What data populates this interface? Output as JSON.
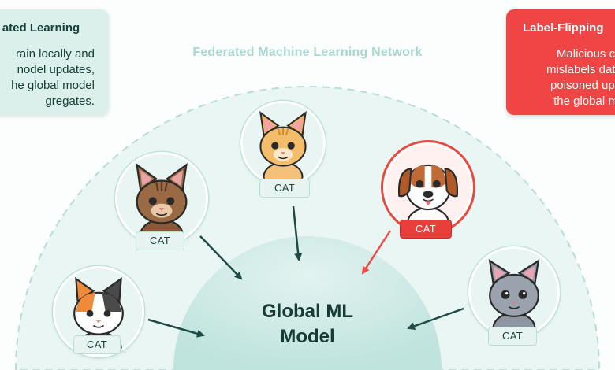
{
  "network_title": "Federated Machine Learning Network",
  "left_card": {
    "title": "ated Learning",
    "lines": [
      "rain locally and",
      "nodel updates,",
      "he global model",
      "gregates."
    ]
  },
  "right_card": {
    "title": "Label-Flipping",
    "lines": [
      "Malicious c",
      "mislabels data,",
      "poisoned upd",
      "the global m"
    ]
  },
  "core": {
    "line1": "Global ML",
    "line2": "Model"
  },
  "nodes": [
    {
      "animal": "calico-cat",
      "label": "CAT",
      "malicious": false
    },
    {
      "animal": "tabby-cat",
      "label": "CAT",
      "malicious": false
    },
    {
      "animal": "orange-cat",
      "label": "CAT",
      "malicious": false
    },
    {
      "animal": "dog",
      "label": "CAT",
      "malicious": true
    },
    {
      "animal": "gray-cat",
      "label": "CAT",
      "malicious": false
    }
  ],
  "colors": {
    "honest_arrow": "#1f4a45",
    "malicious_arrow": "#ef4b4b",
    "network_fill": "#e9f6f3",
    "core_fill": "#cfeae5",
    "left_card": "#dbefeb",
    "right_card": "#f04545"
  }
}
